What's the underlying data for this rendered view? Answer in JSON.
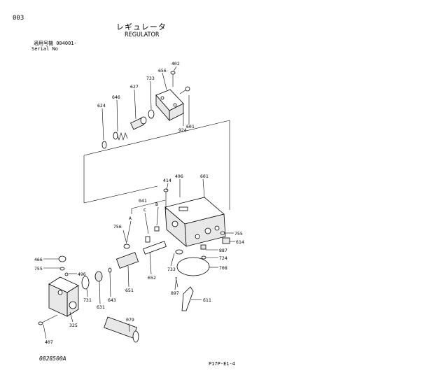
{
  "header": {
    "page_number": "003",
    "title_jp": "レギュレータ",
    "title_en": "REGULATOR",
    "serial_jp": "適用号機  004001-",
    "serial_en": "Serial No"
  },
  "footer": {
    "figure_id": "0828500A",
    "page_code": "P17P-E1-4"
  },
  "callouts": {
    "c003": "402",
    "c656": "656",
    "c733a": "733",
    "c627": "627",
    "c646": "646",
    "c624": "624",
    "c924": "924",
    "c601a": "601",
    "c414": "414",
    "c496a": "496",
    "c601b": "601",
    "c041": "041",
    "cA": "A",
    "cB": "B",
    "cC": "C",
    "c756": "756",
    "c755a": "755",
    "c614": "614",
    "c887": "887",
    "c724": "724",
    "c708": "708",
    "c733b": "733",
    "c466": "466",
    "c755b": "755",
    "c496b": "496",
    "c731": "731",
    "c631": "631",
    "c643": "643",
    "c651": "651",
    "c652": "652",
    "c897": "897",
    "c611": "611",
    "c325": "325",
    "c079": "079",
    "c407": "407"
  }
}
